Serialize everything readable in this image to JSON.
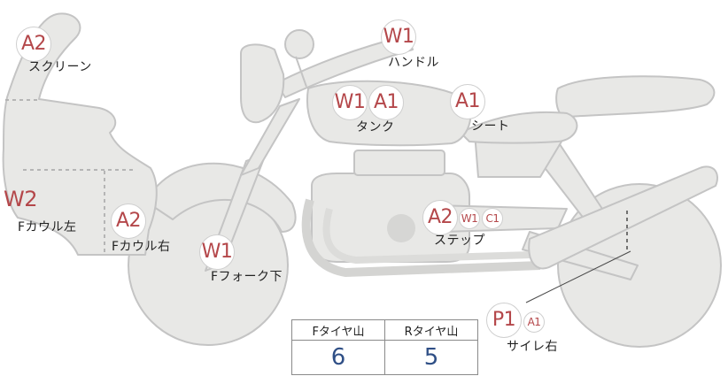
{
  "markers": [
    {
      "id": "screen",
      "code": "A2"
    },
    {
      "id": "handle",
      "code": "W1"
    },
    {
      "id": "tank-w",
      "code": "W1"
    },
    {
      "id": "tank-a",
      "code": "A1"
    },
    {
      "id": "seat",
      "code": "A1"
    },
    {
      "id": "step-a",
      "code": "A2"
    },
    {
      "id": "step-w",
      "code": "W1"
    },
    {
      "id": "step-c",
      "code": "C1"
    },
    {
      "id": "rcowl",
      "code": "A2"
    },
    {
      "id": "fork",
      "code": "W1"
    },
    {
      "id": "muffler-p",
      "code": "P1"
    },
    {
      "id": "muffler-a",
      "code": "A1"
    }
  ],
  "left_cowl_code": "W2",
  "labels": {
    "screen": "スクリーン",
    "handle": "ハンドル",
    "tank": "タンク",
    "seat": "シート",
    "lcowl": "Fカウル左",
    "rcowl": "Fカウル右",
    "fork": "Fフォーク下",
    "step": "ステップ",
    "muffler": "サイレ右"
  },
  "tire_table": {
    "headers": [
      "Fタイヤ山",
      "Rタイヤ山"
    ],
    "values": [
      "6",
      "5"
    ]
  },
  "colors": {
    "marker_text": "#b4474a",
    "tire_value": "#2f4f86",
    "bike_fill": "#e8e8e6",
    "bike_stroke": "#c4c4c4"
  }
}
